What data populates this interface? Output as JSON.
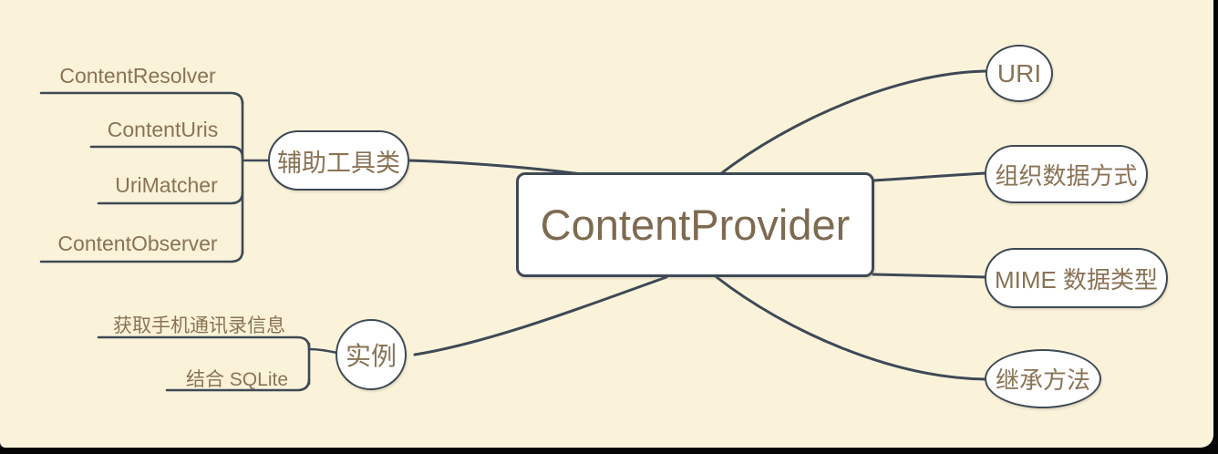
{
  "diagram": {
    "type": "mindmap",
    "central_topic": "ContentProvider",
    "right_branches": [
      {
        "label": "URI"
      },
      {
        "label": "组织数据方式"
      },
      {
        "label": "MIME 数据类型"
      },
      {
        "label": "继承方法"
      }
    ],
    "left_branches": [
      {
        "label": "辅助工具类",
        "children": [
          "ContentResolver",
          "ContentUris",
          "UriMatcher",
          "ContentObserver"
        ]
      },
      {
        "label": "实例",
        "children": [
          "获取手机通讯录信息",
          "结合 SQLite"
        ]
      }
    ]
  },
  "colors": {
    "background": "#faf3da",
    "frame": "#060606",
    "line": "#3e4956",
    "node_fill": "#ffffff",
    "topic_text": "#7e6a50",
    "branch_text": "#8a7355"
  }
}
